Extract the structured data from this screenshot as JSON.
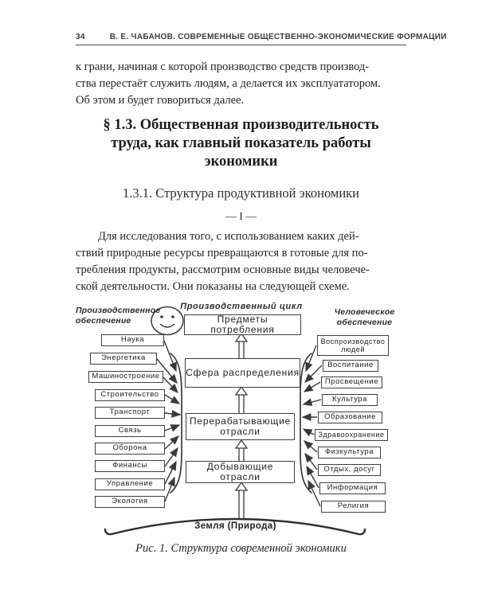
{
  "header": {
    "page_number": "34",
    "title": "В. Е. ЧАБАНОВ. СОВРЕМЕННЫЕ ОБЩЕСТВЕННО-ЭКОНОМИЧЕСКИЕ ФОРМАЦИИ"
  },
  "content": {
    "paragraph_continuation": [
      "к грани, начиная с которой производство средств производ-",
      "ства перестаёт служить людям, а делается их эксплуататором.",
      "Об этом и будет говориться далее."
    ],
    "section_heading": [
      "§ 1.3. Общественная производительность",
      "труда, как главный показатель работы",
      "экономики"
    ],
    "subsection_heading": "1.3.1. Структура продуктивной экономики",
    "part_marker": "— I —",
    "intro_paragraph": [
      "Для исследования того, с использованием каких дей-",
      "ствий природные ресурсы превращаются в готовые для по-",
      "требления продукты, рассмотрим основные виды человече-",
      "ской деятельности. Они показаны на следующей схеме."
    ],
    "figure_caption": "Рис. 1. Структура современной экономики"
  },
  "diagram": {
    "left_group_label": "Производственное\nобеспечение",
    "cycle_label": "Производственный цикл",
    "right_group_label": "Человеческое\nобеспечение",
    "center_boxes": [
      "Предметы потребления",
      "Сфера распределения",
      "Перерабатывающие\nотрасли",
      "Добывающие отрасли"
    ],
    "left_boxes": [
      "Наука",
      "Энергетика",
      "Машиностроение",
      "Строительство",
      "Транспорт",
      "Связь",
      "Оборона",
      "Финансы",
      "Управление",
      "Экология"
    ],
    "right_boxes": [
      "Воспроизводство\nлюдей",
      "Воспитание",
      "Просвещение",
      "Культура",
      "Образование",
      "Здравоохранение",
      "Физкультура",
      "Отдых, досуг",
      "Информация",
      "Религия"
    ],
    "ground_label": "Земля (Природа)",
    "smiley_icon": "smiley-face",
    "line_color": "#3a3a3a"
  }
}
